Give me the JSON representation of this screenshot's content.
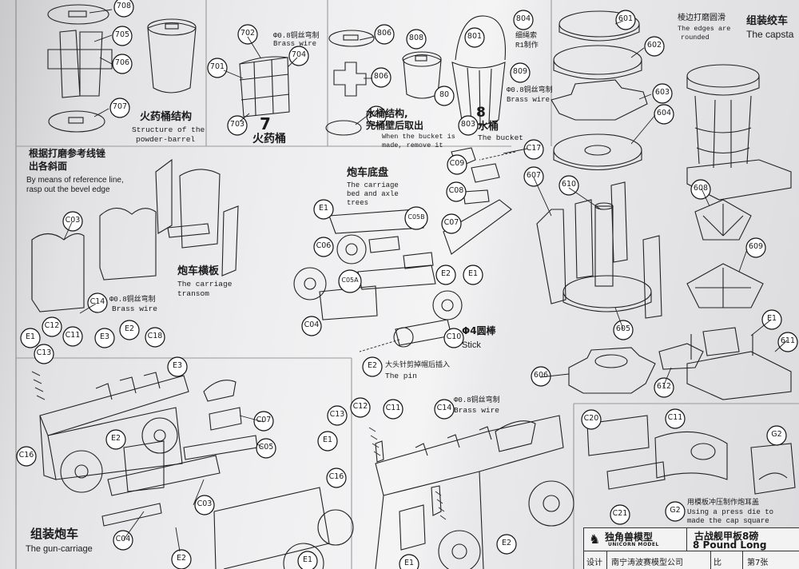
{
  "sections": {
    "powder_barrel": {
      "title_zh": "火药桶结构",
      "title_en_1": "Structure of the",
      "title_en_2": "powder-barrel"
    },
    "wire_702": {
      "zh": "Φ0.8铜丝弯制",
      "en": "Brass wire"
    },
    "part7": {
      "number": "7",
      "name_zh": "火药桶"
    },
    "bucket_note": {
      "zh_1": "水桶结构,",
      "zh_2": "完桶壁后取出",
      "en_1": "When the bucket is",
      "en_2": "made, remove it"
    },
    "part8": {
      "number": "8",
      "name_zh": "水桶",
      "name_en": "The bucket"
    },
    "rope": {
      "zh_1": "细绳索",
      "zh_2": "R1制作"
    },
    "wire_809": {
      "zh": "Φ0.8铜丝弯制",
      "en": "Brass wire"
    },
    "edges": {
      "zh": "棱边打磨圆滑",
      "en_1": "The edges are",
      "en_2": "rounded"
    },
    "capstan": {
      "zh": "组装绞车",
      "en": "The capsta"
    },
    "bevel": {
      "zh_1": "根据打磨参考线锉",
      "zh_2": "出各斜面",
      "en_1": "By means of reference line,",
      "en_2": "rasp out the bevel edge"
    },
    "transom": {
      "zh": "炮车横板",
      "en_1": "The carriage",
      "en_2": "transom"
    },
    "carriage_bed": {
      "zh": "炮车底盘",
      "en_1": "The carriage",
      "en_2": "bed and axle",
      "en_3": "trees"
    },
    "wire_c14": {
      "zh": "Φ0.8铜丝弯制",
      "en": "Brass wire"
    },
    "stick": {
      "zh": "Φ4圆棒",
      "en": "Stick"
    },
    "pin": {
      "zh": "大头针剪掉帽后插入",
      "en": "The pin"
    },
    "wire_c14b": {
      "zh": "Φ0.8铜丝弯制",
      "en": "Brass wire"
    },
    "gun_carriage": {
      "zh": "组装炮车",
      "en": "The gun-carriage"
    },
    "press_die": {
      "zh": "用模板冲压制作炮耳盖",
      "en_1": "Using a press die to",
      "en_2": "made the cap square"
    }
  },
  "callouts": {
    "c708": "708",
    "c705": "705",
    "c706": "706",
    "c707": "707",
    "c702": "702",
    "c701": "701",
    "c704": "704",
    "c703": "703",
    "c806": "806",
    "c806b": "806",
    "c807": "807",
    "c808": "808",
    "c80x": "80",
    "c804": "804",
    "c801": "801",
    "c809": "809",
    "c803": "803",
    "c601": "601",
    "c602": "602",
    "c603": "603",
    "c604": "604",
    "c607": "607",
    "c610": "610",
    "c608": "608",
    "c609": "609",
    "c605": "605",
    "c606": "606",
    "c611": "611",
    "c612": "612",
    "cE1a": "E1",
    "c_C03": "C03",
    "c_C14": "C14",
    "c_E1b": "E1",
    "c_C12": "C12",
    "c_C11": "C11",
    "c_E3a": "E3",
    "c_E2a": "E2",
    "c_C18": "C18",
    "c_C13": "C13",
    "c_E3b": "E3",
    "c_C16": "C16",
    "c_E2b": "E2",
    "c_C07": "C07",
    "c_C05": "C05",
    "c_C03b": "C03",
    "c_C04": "C04",
    "c_E2c": "E2",
    "c_E1c": "E1",
    "c_C17": "C17",
    "c_C09": "C09",
    "c_C08": "C08",
    "c_C07b": "C07",
    "c_E1d": "E1",
    "c_C05B": "C05B",
    "c_C06": "C06",
    "c_C05A": "C05A",
    "c_E2d": "E2",
    "c_E1e": "E1",
    "c_C04b": "C04",
    "c_C10": "C10",
    "c_E2e": "E2",
    "c_E1f": "E1",
    "c_C13b": "C13",
    "c_C12b": "C12",
    "c_C11b": "C11",
    "c_C14b": "C14",
    "c_E1g": "E1",
    "c_C16b": "C16",
    "c_E2f": "E2",
    "c_E1h": "E1",
    "c_C20": "C20",
    "c_C11c": "C11",
    "c_G2a": "G2",
    "c_G2b": "G2",
    "c_C21": "C21"
  },
  "title_block": {
    "brand_zh": "独角兽模型",
    "brand_en": "UNICORN MODEL",
    "title_zh": "古战舰甲板8磅",
    "title_en": "8 Pound Long",
    "design_label": "设计",
    "company": "南宁涛波赛模型公司",
    "sheet_no": "第7张",
    "cell_extra": "比"
  }
}
